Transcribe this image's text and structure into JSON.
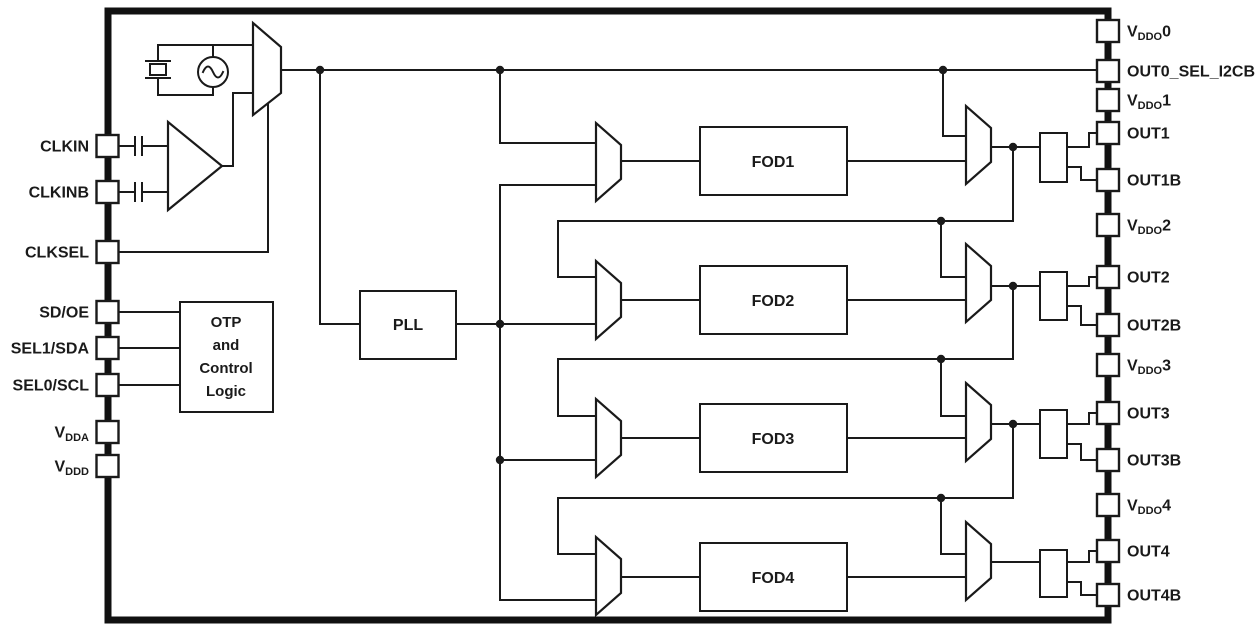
{
  "colors": {
    "line": "#1a1a1a",
    "background": "#ffffff"
  },
  "blocks": {
    "pll": "PLL",
    "otp_lines": [
      "OTP",
      "and",
      "Control",
      "Logic"
    ],
    "fods": [
      {
        "label": "FOD1"
      },
      {
        "label": "FOD2"
      },
      {
        "label": "FOD3"
      },
      {
        "label": "FOD4"
      }
    ]
  },
  "pins_left": [
    {
      "pre": "CLKIN",
      "sub": "",
      "post": ""
    },
    {
      "pre": "CLKINB",
      "sub": "",
      "post": ""
    },
    {
      "pre": "CLKSEL",
      "sub": "",
      "post": ""
    },
    {
      "pre": "SD/OE",
      "sub": "",
      "post": ""
    },
    {
      "pre": "SEL1/SDA",
      "sub": "",
      "post": ""
    },
    {
      "pre": "SEL0/SCL",
      "sub": "",
      "post": ""
    },
    {
      "pre": "V",
      "sub": "DDA",
      "post": ""
    },
    {
      "pre": "V",
      "sub": "DDD",
      "post": ""
    }
  ],
  "pins_right": [
    {
      "pre": "V",
      "sub": "DDO",
      "post": "0"
    },
    {
      "pre": "OUT0_SEL_I2CB",
      "sub": "",
      "post": ""
    },
    {
      "pre": "V",
      "sub": "DDO",
      "post": "1"
    },
    {
      "pre": "OUT1",
      "sub": "",
      "post": ""
    },
    {
      "pre": "OUT1B",
      "sub": "",
      "post": ""
    },
    {
      "pre": "V",
      "sub": "DDO",
      "post": "2"
    },
    {
      "pre": "OUT2",
      "sub": "",
      "post": ""
    },
    {
      "pre": "OUT2B",
      "sub": "",
      "post": ""
    },
    {
      "pre": "V",
      "sub": "DDO",
      "post": "3"
    },
    {
      "pre": "OUT3",
      "sub": "",
      "post": ""
    },
    {
      "pre": "OUT3B",
      "sub": "",
      "post": ""
    },
    {
      "pre": "V",
      "sub": "DDO",
      "post": "4"
    },
    {
      "pre": "OUT4",
      "sub": "",
      "post": ""
    },
    {
      "pre": "OUT4B",
      "sub": "",
      "post": ""
    }
  ]
}
